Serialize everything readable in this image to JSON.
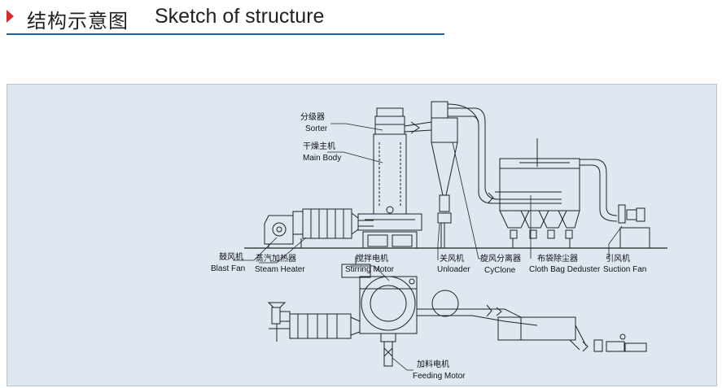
{
  "header": {
    "title_cn": "结构示意图",
    "title_en": "Sketch of structure"
  },
  "labels": {
    "sorter": {
      "cn": "分级器",
      "en": "Sorter"
    },
    "main_body": {
      "cn": "干燥主机",
      "en": "Main Body"
    },
    "blast_fan": {
      "cn": "鼓风机",
      "en": "Blast Fan"
    },
    "steam_heater": {
      "cn": "蒸汽加热器",
      "en": "Steam Heater"
    },
    "stirring_motor": {
      "cn": "搅拌电机",
      "en": "Stirring Motor"
    },
    "unloader": {
      "cn": "关风机",
      "en": "Unloader"
    },
    "cyclone": {
      "cn": "旋风分离器",
      "en": "CyClone"
    },
    "cloth_bag": {
      "cn": "布袋除尘器",
      "en": "Cloth Bag Deduster"
    },
    "suction_fan": {
      "cn": "引风机",
      "en": "Suction Fan"
    },
    "feeding_motor": {
      "cn": "加料电机",
      "en": "Feeding Motor"
    }
  },
  "colors": {
    "accent_triangle": "#d9272e",
    "rule": "#1f5fa6",
    "panel_bg": "#dfe8f1",
    "line": "#222222"
  }
}
